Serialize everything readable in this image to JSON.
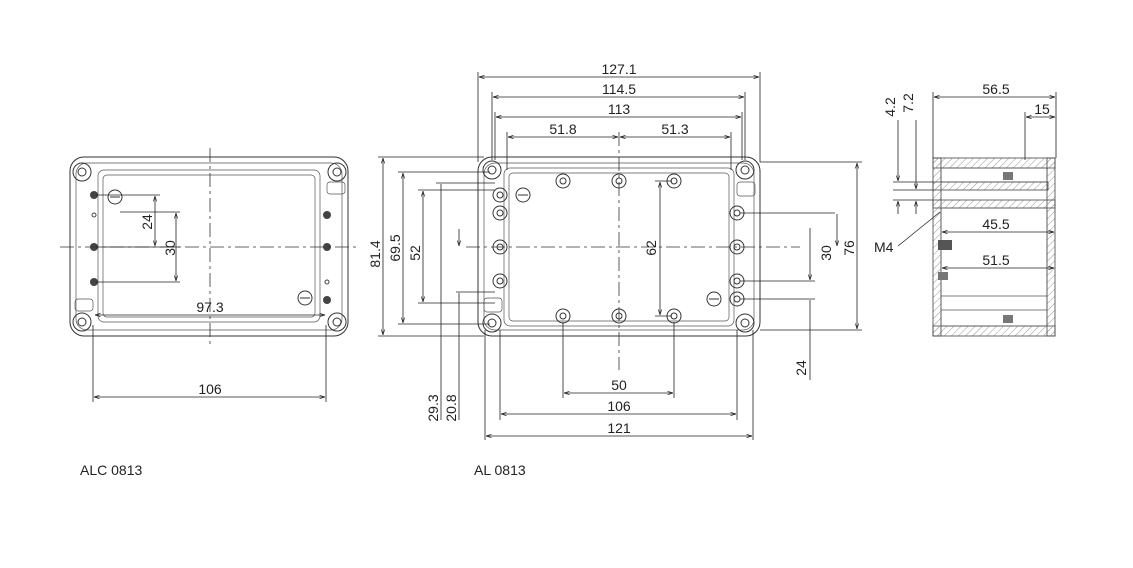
{
  "views": {
    "alc": {
      "label": "ALC 0813",
      "dims": {
        "d24": "24",
        "d30": "30",
        "d97": "97.3",
        "d106": "106"
      }
    },
    "al": {
      "label": "AL 0813",
      "dims": {
        "d127": "127.1",
        "d114": "114.5",
        "d113": "113",
        "d51_8": "51.8",
        "d51_3": "51.3",
        "d81": "81.4",
        "d69": "69.5",
        "d52": "52",
        "d62": "62",
        "d30": "30",
        "d76": "76",
        "d29": "29.3",
        "d20": "20.8",
        "d24": "24",
        "d50": "50",
        "d106": "106",
        "d121": "121"
      }
    },
    "side": {
      "dims": {
        "d56": "56.5",
        "d15": "15",
        "d4_2": "4.2",
        "d7_2": "7.2",
        "d45": "45.5",
        "d51": "51.5",
        "m4": "M4"
      }
    }
  }
}
